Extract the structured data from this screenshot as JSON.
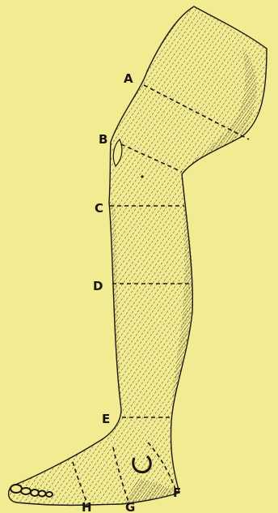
{
  "colors": {
    "background": "#f3eb92",
    "ink": "#1a1712"
  },
  "labels": {
    "a": "A",
    "b": "B",
    "c": "C",
    "d": "D",
    "e": "E",
    "f": "F",
    "g": "G",
    "h": "H"
  }
}
